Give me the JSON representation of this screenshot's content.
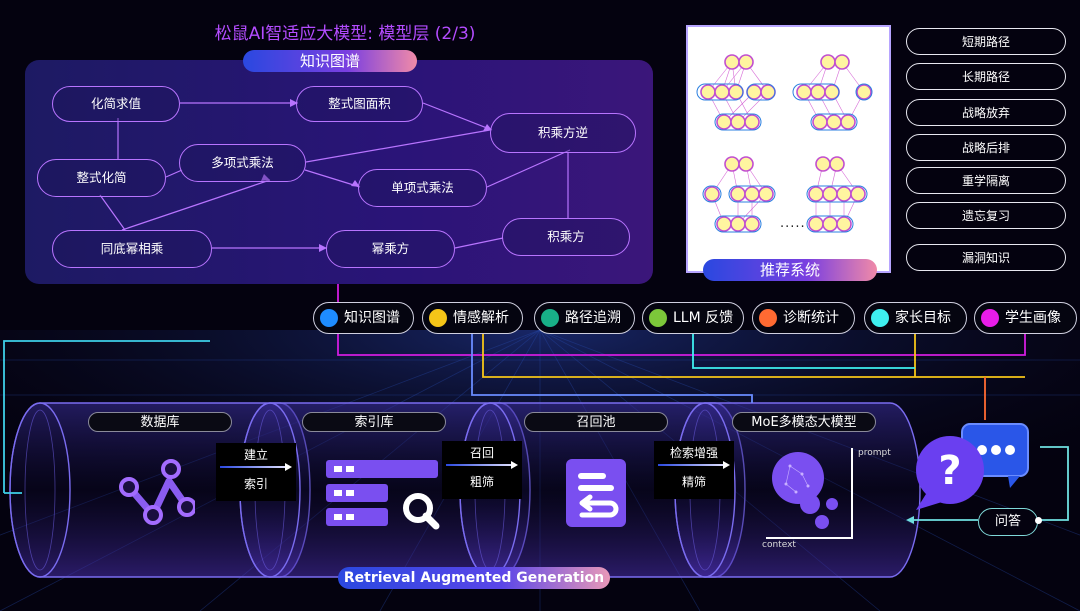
{
  "title": "松鼠AI智适应大模型: 模型层 (2/3)",
  "knowledge_graph": {
    "label": "知识图谱",
    "nodes": {
      "n1": "化简求值",
      "n2": "整式图面积",
      "n3": "积乘方逆",
      "n4": "整式化简",
      "n5": "多项式乘法",
      "n6": "单项式乘法",
      "n7": "同底幂相乘",
      "n8": "幂乘方",
      "n9": "积乘方"
    }
  },
  "recommendation": {
    "label": "推荐系统",
    "ellipsis": "....."
  },
  "strategies": [
    "短期路径",
    "长期路径",
    "战略放弃",
    "战略后排",
    "重学隔离",
    "遗忘复习",
    "漏洞知识"
  ],
  "sources": [
    {
      "label": "知识图谱",
      "color": "#1e8cff"
    },
    {
      "label": "情感解析",
      "color": "#f5c518"
    },
    {
      "label": "路径追溯",
      "color": "#18b088"
    },
    {
      "label": "LLM 反馈",
      "color": "#7cc83a"
    },
    {
      "label": "诊断统计",
      "color": "#ff6a32"
    },
    {
      "label": "家长目标",
      "color": "#3ef0f0"
    },
    {
      "label": "学生画像",
      "color": "#e81ce8"
    }
  ],
  "rag": {
    "stages": [
      "数据库",
      "索引库",
      "召回池",
      "MoE多模态大模型"
    ],
    "step1": [
      "建立",
      "索引"
    ],
    "step2": [
      "召回",
      "粗筛"
    ],
    "step3": [
      "检索增强",
      "精筛"
    ],
    "prompt_label": "prompt",
    "context_label": "context",
    "title": "Retrieval Augmented Generation"
  },
  "qa_label": "问答",
  "colors": {
    "accent": "#b44cff",
    "node_border": "#b874ff",
    "rec_line": "#cc44cc"
  }
}
